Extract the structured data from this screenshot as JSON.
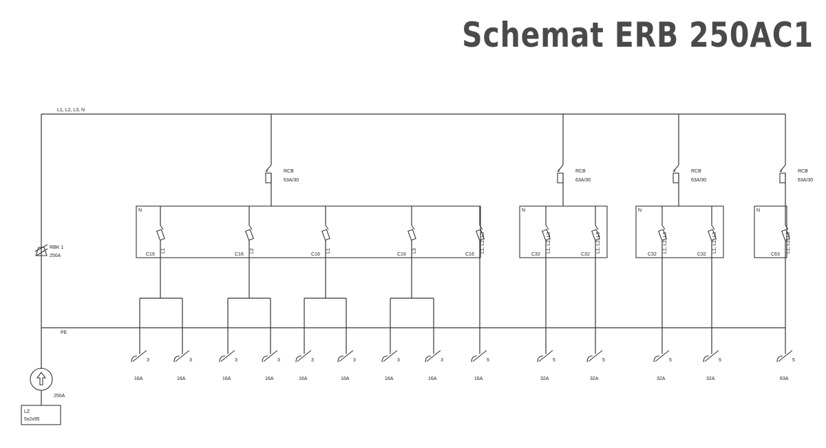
{
  "title": "Schemat ERB 250AC1",
  "colors": {
    "title": "#4a4a4a",
    "line": "#333333",
    "text": "#222222"
  },
  "bus": {
    "label": "L1, L2, L3, N",
    "pe_label": "PE"
  },
  "main_switch": {
    "name": "RBK 1",
    "rating": "250A"
  },
  "input": {
    "rating": "250A",
    "cable_name": "LZ",
    "cable_spec": "5x2x95"
  },
  "rcd_groups": [
    {
      "rcd_name": "RCB",
      "rcd_rating": "63A/30",
      "neutral_label": "N",
      "breakers": [
        {
          "rating": "C16",
          "phase": "L1"
        },
        {
          "rating": "C16",
          "phase": "L2"
        },
        {
          "rating": "C16",
          "phase": "L1"
        },
        {
          "rating": "C16",
          "phase": "L3"
        },
        {
          "rating": "C16",
          "phase": "L1, L2, L3"
        }
      ]
    },
    {
      "rcd_name": "RCB",
      "rcd_rating": "63A/30",
      "neutral_label": "N",
      "breakers": [
        {
          "rating": "C32",
          "phase": "L1, L2, L3"
        },
        {
          "rating": "C32",
          "phase": "L1, L2, L3"
        }
      ]
    },
    {
      "rcd_name": "RCB",
      "rcd_rating": "63A/30",
      "neutral_label": "N",
      "breakers": [
        {
          "rating": "C32",
          "phase": "L1, L2, L3"
        },
        {
          "rating": "C32",
          "phase": "L1, L2, L3"
        }
      ]
    },
    {
      "rcd_name": "RCB",
      "rcd_rating": "63A/30",
      "neutral_label": "N",
      "breakers": [
        {
          "rating": "C63",
          "phase": "L1, L2, L3"
        }
      ]
    }
  ],
  "sockets": [
    {
      "rating": "16A",
      "poles": "3"
    },
    {
      "rating": "16A",
      "poles": "3"
    },
    {
      "rating": "16A",
      "poles": "3"
    },
    {
      "rating": "16A",
      "poles": "3"
    },
    {
      "rating": "16A",
      "poles": "3"
    },
    {
      "rating": "16A",
      "poles": "3"
    },
    {
      "rating": "16A",
      "poles": "3"
    },
    {
      "rating": "16A",
      "poles": "3"
    },
    {
      "rating": "16A",
      "poles": "5"
    },
    {
      "rating": "32A",
      "poles": "5"
    },
    {
      "rating": "32A",
      "poles": "5"
    },
    {
      "rating": "32A",
      "poles": "5"
    },
    {
      "rating": "32A",
      "poles": "5"
    },
    {
      "rating": "63A",
      "poles": "5"
    }
  ]
}
